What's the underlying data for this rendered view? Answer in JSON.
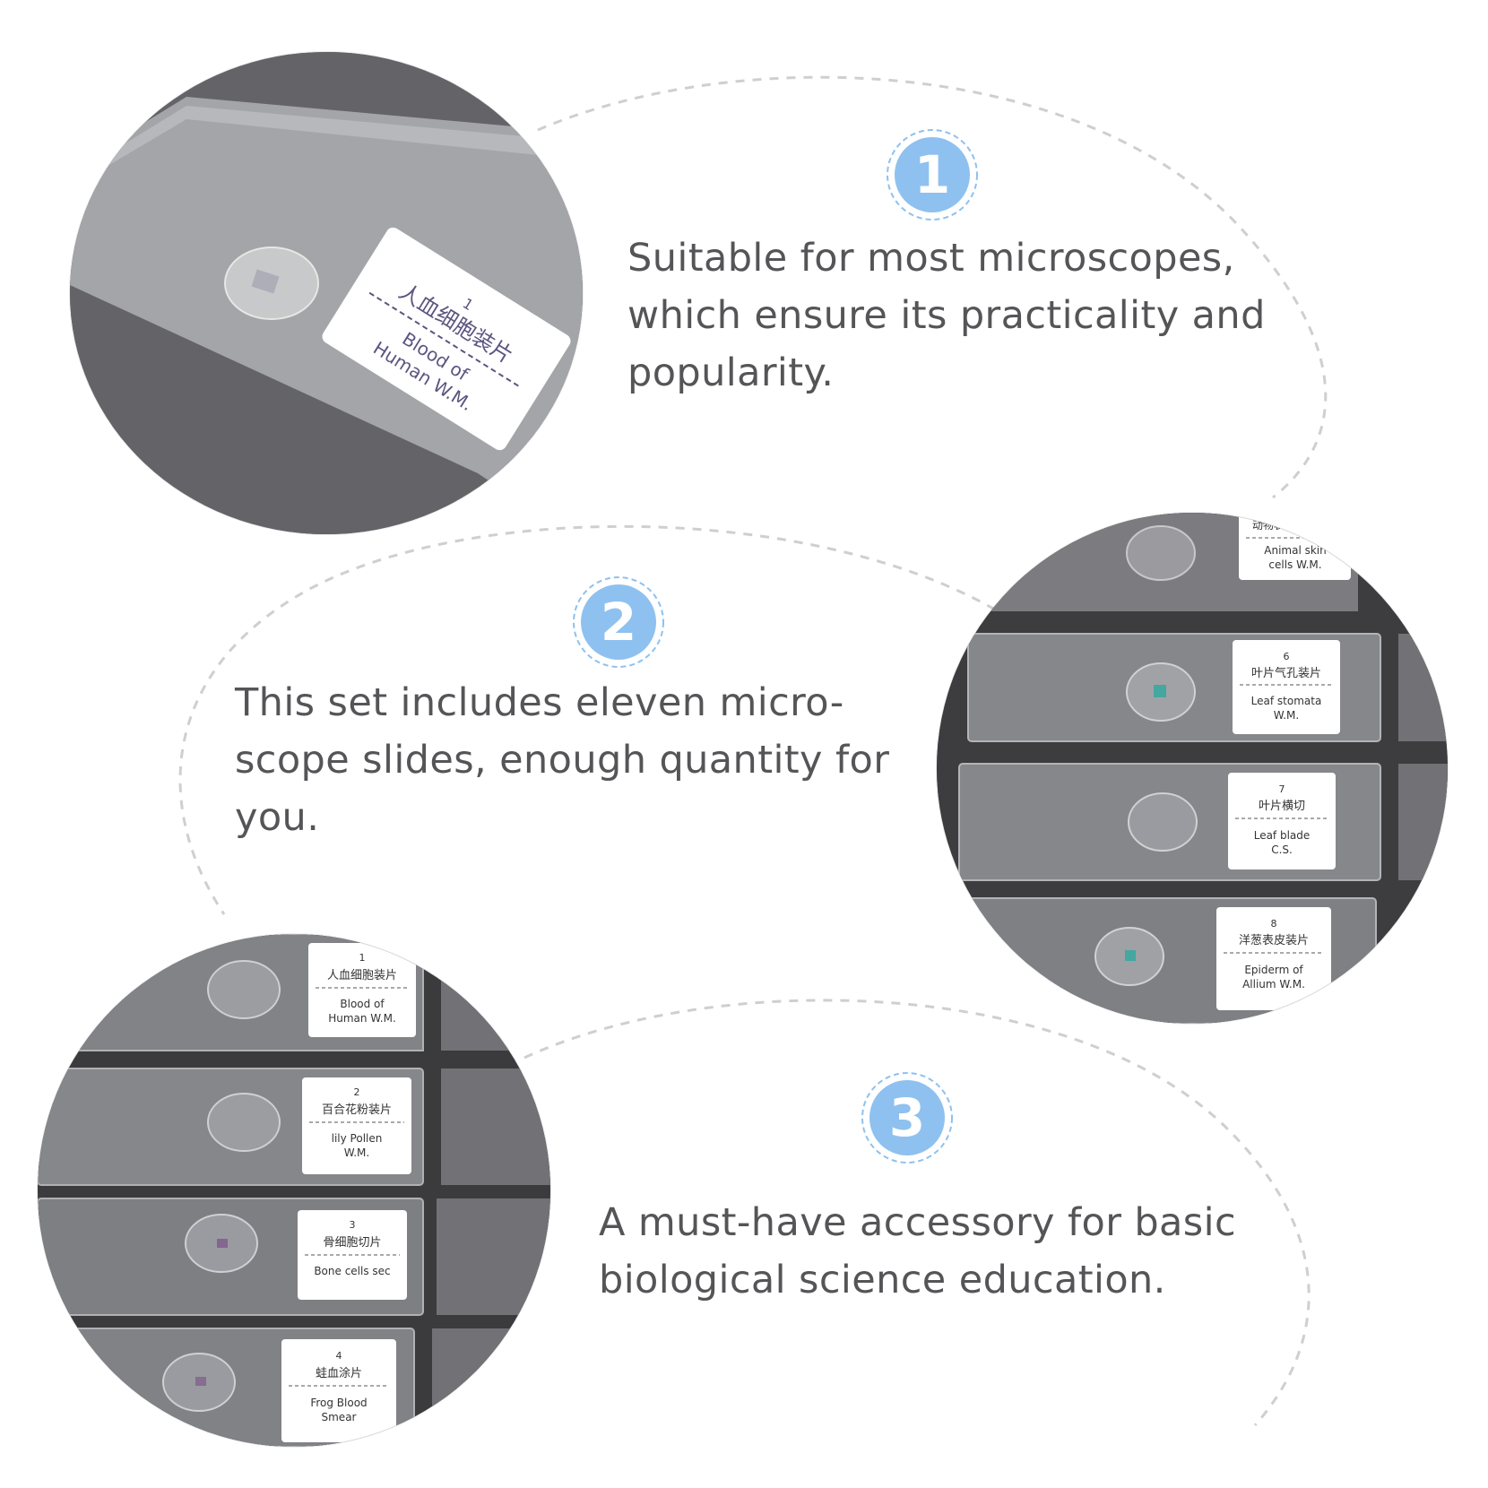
{
  "features": [
    {
      "number": "1",
      "text": "Suitable for most microscopes, which ensure its practicality and popularity."
    },
    {
      "number": "2",
      "text": "This set includes eleven micro-scope slides, enough quantity for you."
    },
    {
      "number": "3",
      "text": "A must-have accessory for basic biological science education."
    }
  ],
  "photo_closeup": {
    "label": {
      "num": "1",
      "cn": "人血细胞装片",
      "en1": "Blood of",
      "en2": "Human W.M."
    }
  },
  "photo_right": {
    "labels": [
      {
        "num": "",
        "cn": "动物表皮细胞装片",
        "en1": "Animal skin",
        "en2": "cells W.M."
      },
      {
        "num": "6",
        "cn": "叶片气孔装片",
        "en1": "Leaf stomata",
        "en2": "W.M."
      },
      {
        "num": "7",
        "cn": "叶片横切",
        "en1": "Leaf blade",
        "en2": "C.S."
      },
      {
        "num": "8",
        "cn": "洋葱表皮装片",
        "en1": "Epiderm of",
        "en2": "Allium W.M."
      }
    ]
  },
  "photo_left": {
    "labels": [
      {
        "num": "1",
        "cn": "人血细胞装片",
        "en1": "Blood of",
        "en2": "Human W.M."
      },
      {
        "num": "2",
        "cn": "百合花粉装片",
        "en1": "lily Pollen",
        "en2": "W.M."
      },
      {
        "num": "3",
        "cn": "骨细胞切片",
        "en1": "Bone cells sec",
        "en2": ""
      },
      {
        "num": "4",
        "cn": "蛙血涂片",
        "en1": "Frog Blood",
        "en2": "Smear"
      }
    ]
  },
  "colors": {
    "badge_fill": "#8ec1ef",
    "badge_ring": "#8ec1ef",
    "text": "#555558",
    "dashes": "#cfcfd2",
    "tray": "#5f5f63"
  }
}
